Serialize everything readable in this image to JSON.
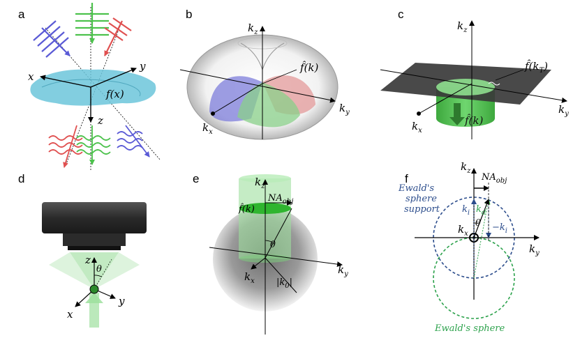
{
  "panels": {
    "a": {
      "label": "a",
      "axes": {
        "x": "x",
        "y": "y",
        "z": "z"
      },
      "object": "f(x)"
    },
    "b": {
      "label": "b",
      "axes": {
        "kz": "k",
        "kz_sub": "z",
        "kx": "k",
        "kx_sub": "x",
        "ky": "k",
        "ky_sub": "y"
      },
      "fk": "f̂(k)"
    },
    "c": {
      "label": "c",
      "axes": {
        "kz": "k",
        "kz_sub": "z",
        "kx": "k",
        "kx_sub": "x",
        "ky": "k",
        "ky_sub": "y"
      },
      "fkt": "f̂(k",
      "fkt_sub": "T",
      "fkt_close": ")",
      "fk": "f̂(k)"
    },
    "d": {
      "label": "d",
      "axes": {
        "x": "x",
        "y": "y",
        "z": "z",
        "theta": "θ"
      }
    },
    "e": {
      "label": "e",
      "axes": {
        "kz": "k",
        "kz_sub": "z",
        "kx": "k",
        "kx_sub": "x",
        "ky": "k",
        "ky_sub": "y"
      },
      "fk": "f̂(k)",
      "na": "NA",
      "na_sub": "obj",
      "theta": "θ",
      "k0": "|k",
      "k0_sub": "0",
      "k0_close": "|"
    },
    "f": {
      "label": "f",
      "axes": {
        "kz": "k",
        "kz_sub": "z",
        "kx": "k",
        "kx_sub": "x",
        "ky": "k",
        "ky_sub": "y"
      },
      "na": "NA",
      "na_sub": "obj",
      "ki": "k",
      "ki_sub": "i",
      "kd": "k",
      "kd_sub": "d",
      "minus_ki": "−k",
      "minus_ki_sub": "i",
      "theta": "θ",
      "support_line1": "Ewald's",
      "support_line2": "sphere",
      "support_line3": "support",
      "ewald": "Ewald's sphere"
    }
  },
  "colors": {
    "blue": "#5a5ad6",
    "red": "#e05050",
    "green": "#4cc24c",
    "cyan": "#5ab9cf",
    "ewald_blue": "#2c4d8c",
    "ewald_green": "#2ca24c"
  }
}
